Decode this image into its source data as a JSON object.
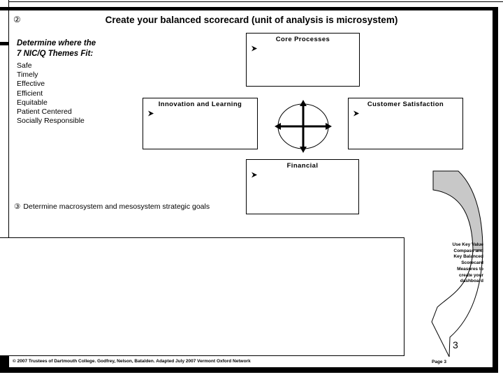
{
  "slide": {
    "step2_badge": "②",
    "title": "Create your balanced scorecard (unit of analysis is microsystem)",
    "themes_heading": {
      "line1": "Determine where the",
      "line2": "7 NIC/Q Themes Fit:"
    },
    "themes": [
      "Safe",
      "Timely",
      "Effective",
      "Efficient",
      "Equitable",
      "Patient Centered",
      "Socially Responsible"
    ],
    "boxes": {
      "core": {
        "title": "Core Processes"
      },
      "innovation": {
        "title": "Innovation and Learning"
      },
      "customer": {
        "title": "Customer Satisfaction"
      },
      "financial": {
        "title": "Financial"
      }
    },
    "icons": {
      "bullet": "arrowhead-right",
      "compass": "value-compass"
    },
    "step3_badge": "③",
    "step3_text": "Determine macrosystem and mesosystem strategic goals",
    "arrow_note": "Use Key Value\nCompass and\nKey Balanced\nScorecard\nMeasures to\ncreate your\ndashboard",
    "slide_number": "3",
    "footer": {
      "left": "© 2007 Trustees of Dartmouth College. Godfrey, Nelson, Batalden. Adapted July 2007 Vermont Oxford Network",
      "right": "Page 3"
    },
    "colors": {
      "arrow_fill": "#c8c8c8",
      "frame": "#000000"
    }
  }
}
